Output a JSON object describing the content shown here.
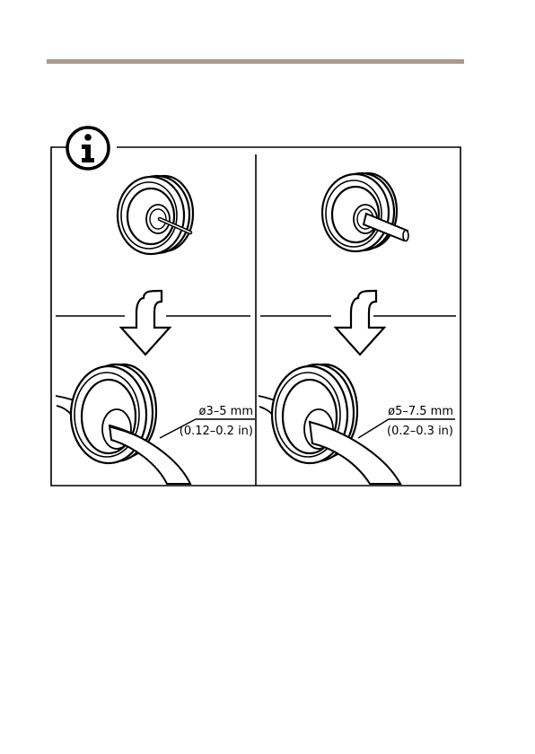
{
  "figure": {
    "info_icon": "info-icon",
    "left_panel": {
      "size_primary": "ø3–5 mm",
      "size_secondary": "(0.12–0.2 in)"
    },
    "right_panel": {
      "size_primary": "ø5–7.5 mm",
      "size_secondary": "(0.2–0.3 in)"
    }
  },
  "colors": {
    "rule": "#a99a8e",
    "line": "#000000"
  }
}
